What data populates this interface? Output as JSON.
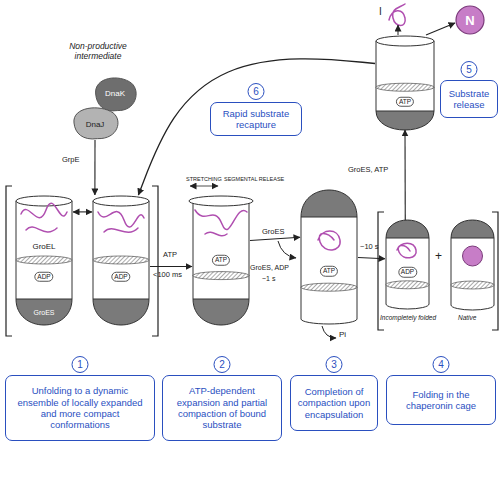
{
  "diagram": {
    "nodes": [
      {
        "text": [
          "DnaK"
        ]
      },
      {
        "text": [
          "DnaJ"
        ]
      },
      {
        "text": [
          "N"
        ]
      },
      {
        "text": [
          "ATP"
        ]
      },
      {
        "text": [
          "5",
          "Substrate release"
        ]
      },
      {
        "text": [
          "6",
          "Rapid substrate recapture"
        ]
      },
      {
        "text": [
          "GroEL",
          "ADP",
          "GroES"
        ]
      },
      {
        "text": [
          "ADP"
        ]
      },
      {
        "text": [
          "ATP"
        ]
      },
      {
        "text": [
          "ATP"
        ]
      },
      {
        "text": [
          "ADP"
        ]
      },
      {
        "text": [
          "1",
          "Unfolding to a dynamic ensemble of locally expanded and more compact conformations"
        ]
      },
      {
        "text": [
          "2",
          "ATP-dependent expansion and partial compaction of bound substrate"
        ]
      },
      {
        "text": [
          "3",
          "Completion of compaction upon encapsulation"
        ]
      },
      {
        "text": [
          "4",
          "Folding in the chaperonin cage"
        ]
      }
    ],
    "edges": [
      {
        "from": 1,
        "to": 7,
        "label": "GrpE",
        "arrow": "to"
      },
      {
        "from": 6,
        "to": 7,
        "arrow": "both"
      },
      {
        "from": 7,
        "to": 8,
        "label": "ATP",
        "arrow": "to"
      },
      {
        "from": 8,
        "to": 9,
        "label": "GroES",
        "arrow": "to"
      },
      {
        "from": 9,
        "to": 10,
        "label": "~10 s",
        "arrow": "to"
      },
      {
        "from": 10,
        "to": 3,
        "label": "GroES, ATP",
        "arrow": "to"
      },
      {
        "from": 3,
        "to": 2,
        "arrow": "to"
      },
      {
        "from": 3,
        "to": 7,
        "arrow": "to"
      }
    ],
    "labels": [
      "Non-productive intermediate",
      "<100 ms",
      "STRETCHING",
      "SEGMENTAL RELEASE",
      "GroES, ADP",
      "~1 s",
      "Pi",
      "Incompletely folded",
      "+",
      "Native",
      "I"
    ]
  }
}
